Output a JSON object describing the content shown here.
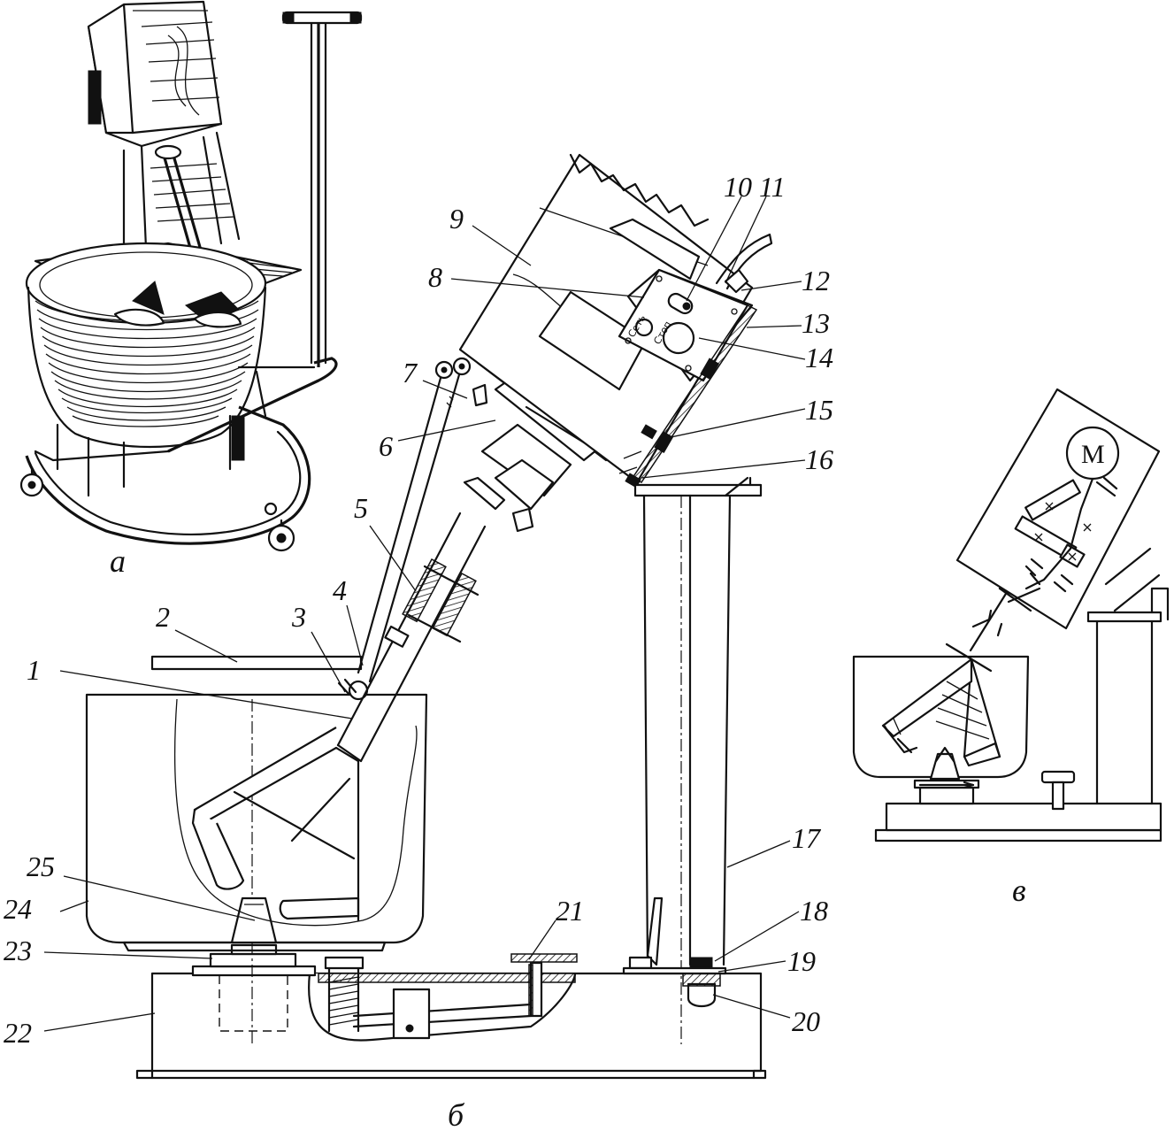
{
  "figure_letters": {
    "a": "а",
    "b": "б",
    "v": "в"
  },
  "part_labels": [
    "1",
    "2",
    "3",
    "4",
    "5",
    "6",
    "7",
    "8",
    "9",
    "10",
    "11",
    "12",
    "13",
    "14",
    "15",
    "16",
    "17",
    "18",
    "19",
    "20",
    "21",
    "22",
    "23",
    "24",
    "25"
  ],
  "control_panel": {
    "start_label": "Сеть",
    "stop_label": "Стоп"
  },
  "motor_symbol": "M"
}
